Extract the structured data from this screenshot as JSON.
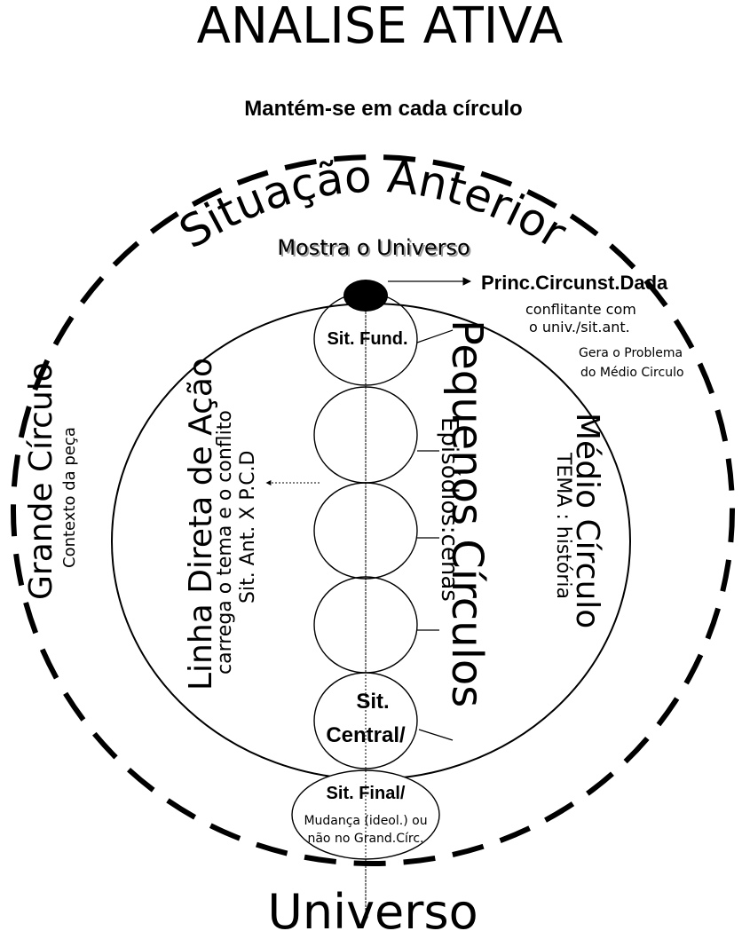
{
  "title": "ANALISE ATIVA",
  "subtitle": "Mantém-se em cada círculo",
  "outer": {
    "label": "Situação Anterior",
    "sublabel": "Mostra o Universo"
  },
  "top_marker": {
    "label": "Princ.Circunst.Dada",
    "note_line1": "conflitante com",
    "note_line2": "o univ./sit.ant.",
    "note2_line1": "Gera o Problema",
    "note2_line2": "do Médio Circulo"
  },
  "grande_circulo": {
    "label": "Grande Círculo",
    "sublabel": "Contexto da peça"
  },
  "linha_direta": {
    "label": "Linha Direta de Ação",
    "sub1": "carrega o tema e o conflito",
    "sub2": "Sit. Ant. X P.C.D"
  },
  "pequenos_circulos": {
    "label": "Pequenos Círculos",
    "sublabel": "Episódios:cenas"
  },
  "medio_circulo": {
    "label": "Médio Círculo",
    "sublabel": "TEMA : história"
  },
  "stack": {
    "fund": "Sit. Fund.",
    "central_1": "Sit.",
    "central_2": "Central/",
    "final": "Sit. Final/",
    "final_note1": "Mudança (ideol.) ou",
    "final_note2": "não no Grand.Círc."
  },
  "bottom_label": "Universo"
}
